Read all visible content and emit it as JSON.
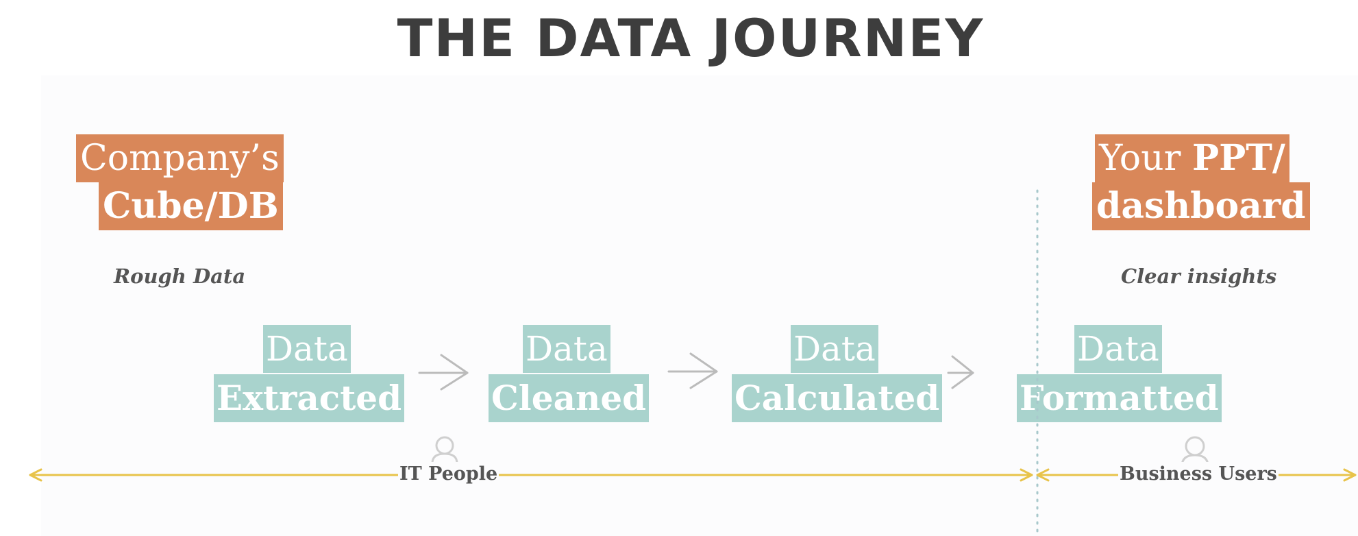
{
  "title": "THE DATA JOURNEY",
  "source": {
    "line1": "Company’s",
    "line2": "Cube/DB",
    "caption": "Rough Data"
  },
  "target": {
    "line1_regular": "Your",
    "line1_bold": "PPT/",
    "line2": "dashboard",
    "caption": "Clear insights"
  },
  "steps": [
    {
      "top": "Data",
      "bottom": "Extracted"
    },
    {
      "top": "Data",
      "bottom": "Cleaned"
    },
    {
      "top": "Data",
      "bottom": "Calculated"
    },
    {
      "top": "Data",
      "bottom": "Formatted"
    }
  ],
  "roles": {
    "it": "IT People",
    "business": "Business Users"
  },
  "colors": {
    "orange": "#d98759",
    "teal": "#a9d3cd",
    "timeline": "#e8c34a",
    "arrow": "#bbbbbb",
    "divider": "#a8c8cc",
    "text": "#3d3d3d"
  },
  "icons": [
    "arrow-right-icon",
    "person-icon"
  ]
}
